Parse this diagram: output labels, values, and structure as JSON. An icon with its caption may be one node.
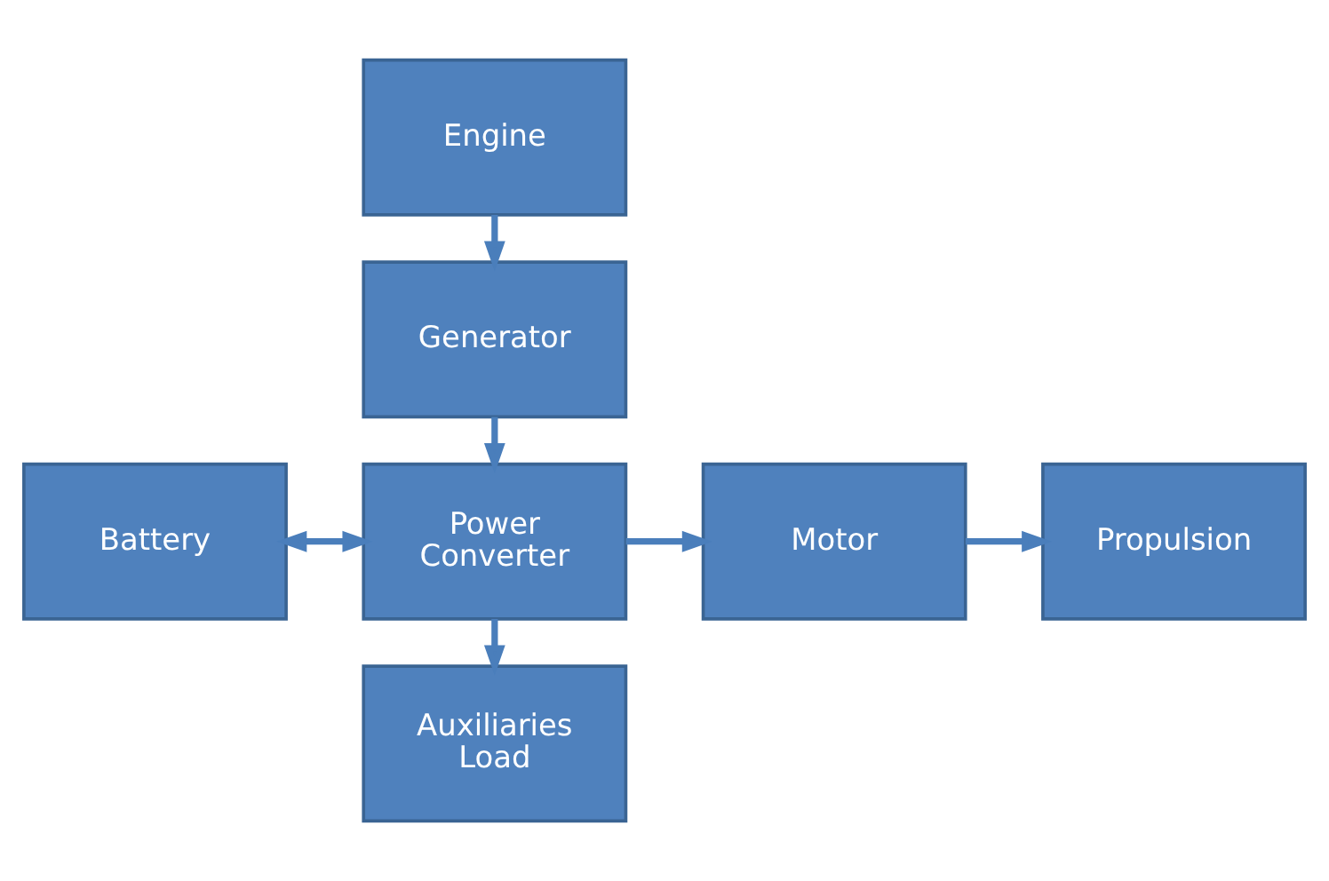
{
  "diagram": {
    "nodes": [
      {
        "text": [
          "Engine"
        ]
      },
      {
        "text": [
          "Generator"
        ]
      },
      {
        "text": [
          "Battery"
        ]
      },
      {
        "text": [
          "Power Converter"
        ]
      },
      {
        "text": [
          "Motor"
        ]
      },
      {
        "text": [
          "Propulsion"
        ]
      },
      {
        "text": [
          "Auxiliaries Load"
        ]
      }
    ],
    "edges": [
      {
        "from": 0,
        "to": 1,
        "arrow": "to"
      },
      {
        "from": 1,
        "to": 3,
        "arrow": "to"
      },
      {
        "from": 2,
        "to": 3,
        "arrow": "both"
      },
      {
        "from": 3,
        "to": 4,
        "arrow": "to"
      },
      {
        "from": 4,
        "to": 5,
        "arrow": "to"
      },
      {
        "from": 3,
        "to": 6,
        "arrow": "to"
      }
    ]
  }
}
